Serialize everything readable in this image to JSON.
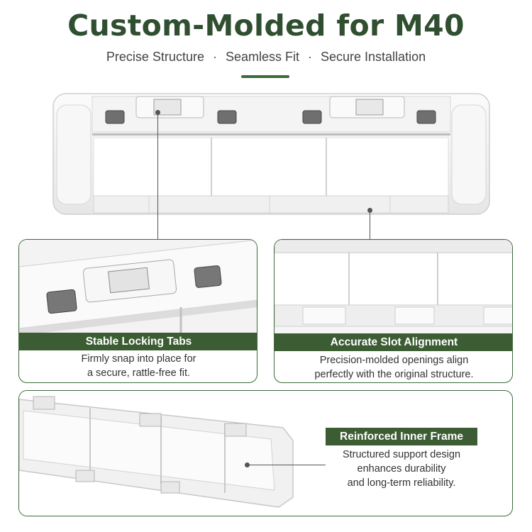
{
  "header": {
    "title": "Custom-Molded for M40",
    "subtitle_items": [
      "Precise Structure",
      "Seamless Fit",
      "Secure Installation"
    ],
    "separator": "·"
  },
  "features": [
    {
      "label": "Stable Locking Tabs",
      "desc_lines": [
        "Firmly snap into place for",
        "a secure, rattle-free fit."
      ]
    },
    {
      "label": "Accurate Slot Alignment",
      "desc_lines": [
        "Precision-molded openings align",
        "perfectly with the original structure."
      ]
    },
    {
      "label": "Reinforced Inner Frame",
      "desc_lines": [
        "Structured support design",
        "enhances durability",
        "and long-term reliability."
      ]
    }
  ],
  "colors": {
    "title": "#2f4f30",
    "accent": "#3c6b3a",
    "label_bg": "#3c5d33",
    "frame_plastic": "#f2f2f2"
  }
}
